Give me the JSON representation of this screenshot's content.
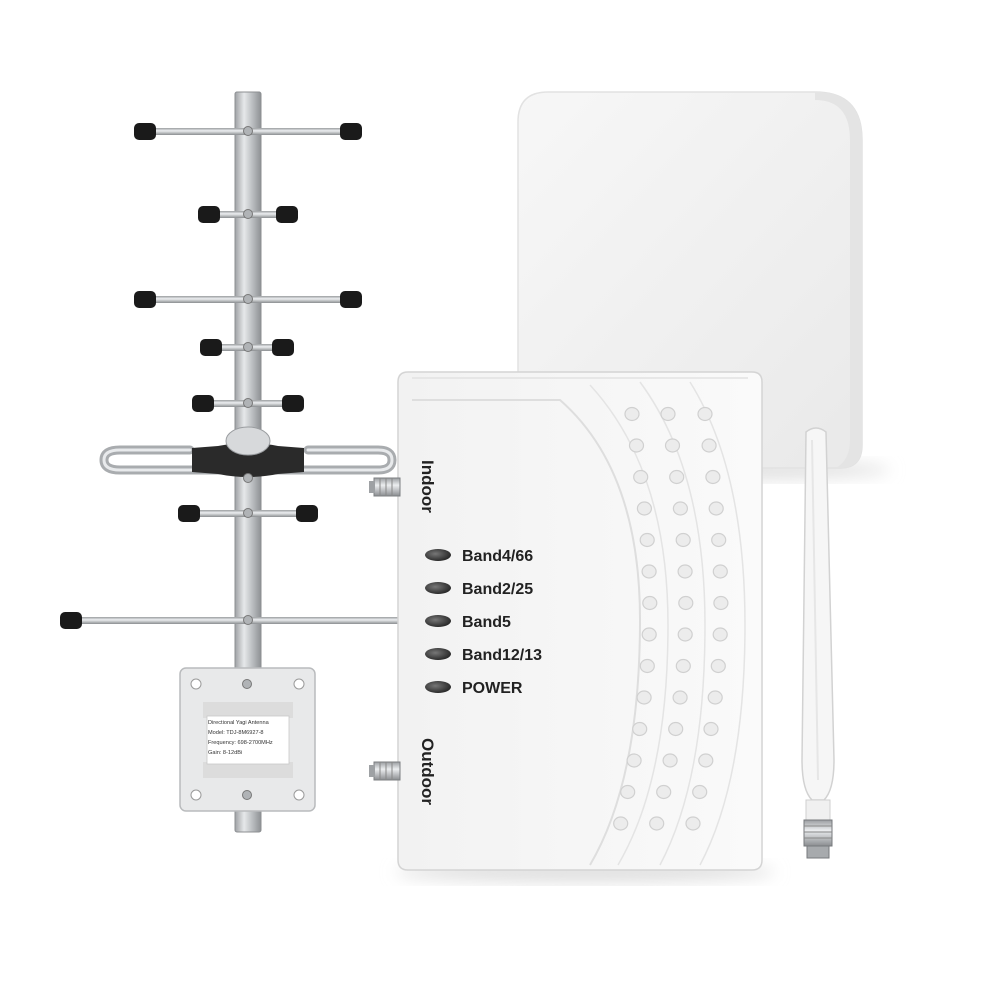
{
  "booster": {
    "indoor_label": "Indoor",
    "outdoor_label": "Outdoor",
    "leds": [
      {
        "label": "Band4/66"
      },
      {
        "label": "Band2/25"
      },
      {
        "label": "Band5"
      },
      {
        "label": "Band12/13"
      },
      {
        "label": "POWER"
      }
    ]
  },
  "antenna_label": {
    "lines": [
      "Directional Yagi Antenna",
      "Model: TDJ-8M6927-8",
      "Frequency: 698-2700MHz",
      "Gain: 8-12dBi"
    ]
  },
  "colors": {
    "device_white": "#f4f4f4",
    "edge_gray": "#d6d6d6",
    "tip_black": "#1a1a1a",
    "metal": "#c9cbcd",
    "text_dark": "#222222"
  }
}
